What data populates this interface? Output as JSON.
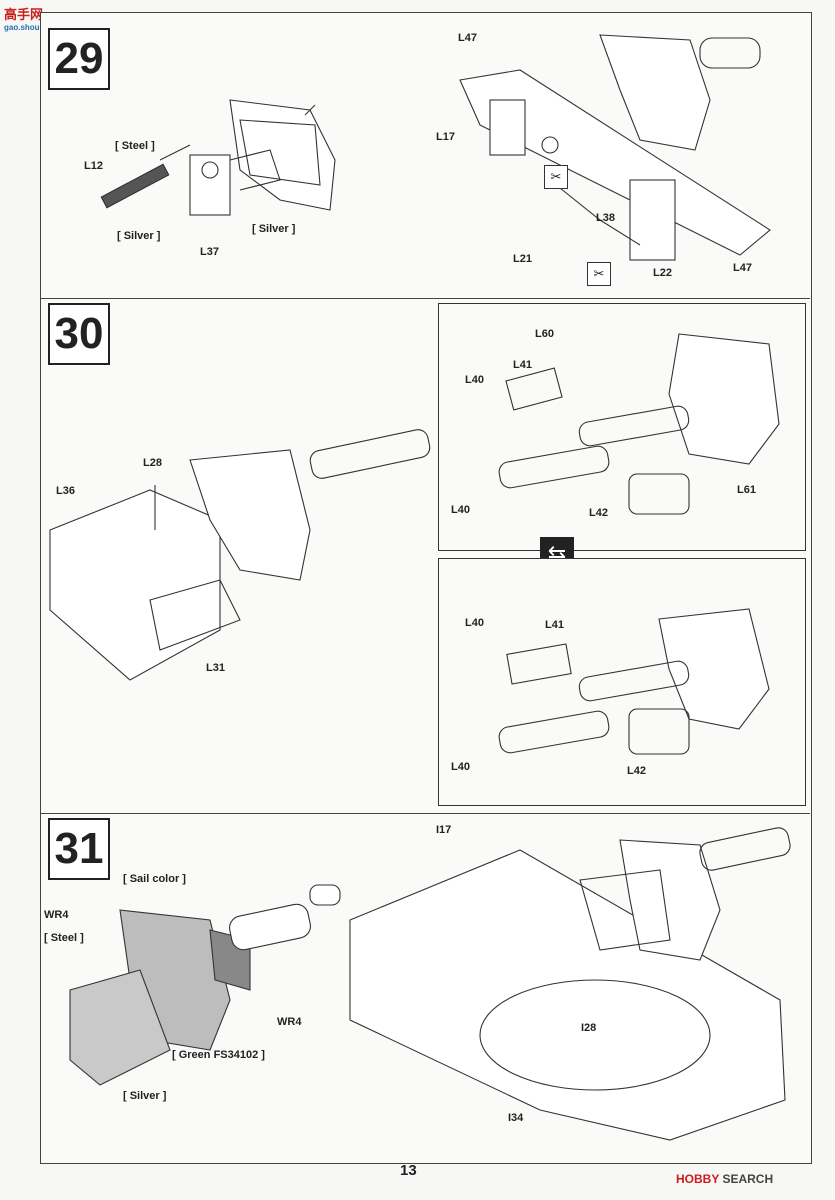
{
  "watermark": {
    "title": "高手网",
    "site": "gao.shou.com"
  },
  "page_number": "13",
  "footer_brand": {
    "hobby": "HOBBY",
    "search": "SEARCH"
  },
  "steps": {
    "s29": {
      "number": "29",
      "labels": {
        "l12": "L12",
        "steel": "[ Steel ]",
        "silver1": "[ Silver ]",
        "silver2": "[ Silver ]",
        "l37": "L37",
        "l47a": "L47",
        "l17": "L17",
        "l38": "L38",
        "l21": "L21",
        "l22": "L22",
        "l47b": "L47"
      }
    },
    "s30": {
      "number": "30",
      "labels": {
        "l28": "L28",
        "l36": "L36",
        "l31": "L31",
        "p1_l60": "L60",
        "p1_l41": "L41",
        "p1_l40a": "L40",
        "p1_l40b": "L40",
        "p1_l42": "L42",
        "p1_l61": "L61",
        "p2_l40a": "L40",
        "p2_l41": "L41",
        "p2_l40b": "L40",
        "p2_l42": "L42"
      }
    },
    "s31": {
      "number": "31",
      "labels": {
        "sail": "[ Sail color ]",
        "wr4a": "WR4",
        "steel": "[ Steel ]",
        "wr4b": "WR4",
        "green": "[ Green FS34102 ]",
        "silver": "[ Silver ]",
        "i17": "I17",
        "i28": "I28",
        "i34": "I34"
      }
    }
  }
}
